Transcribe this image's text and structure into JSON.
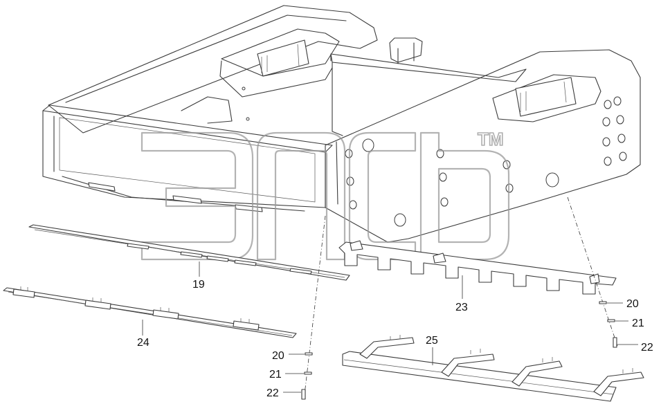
{
  "diagram": {
    "callouts": [
      {
        "id": "c19",
        "label": "19"
      },
      {
        "id": "c20a",
        "label": "20"
      },
      {
        "id": "c21a",
        "label": "21"
      },
      {
        "id": "c22a",
        "label": "22"
      },
      {
        "id": "c23",
        "label": "23"
      },
      {
        "id": "c20b",
        "label": "20"
      },
      {
        "id": "c21b",
        "label": "21"
      },
      {
        "id": "c22b",
        "label": "22"
      },
      {
        "id": "c24",
        "label": "24"
      },
      {
        "id": "c25",
        "label": "25"
      }
    ],
    "watermark": {
      "tm": "TM"
    }
  }
}
